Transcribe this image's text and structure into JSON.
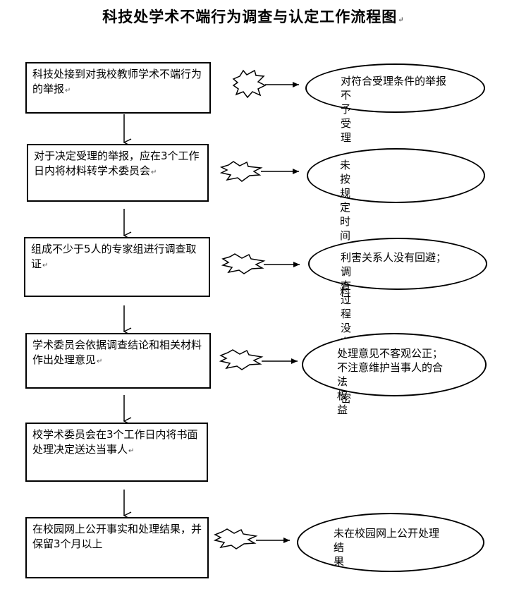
{
  "title": "科技处学术不端行为调查与认定工作流程图",
  "steps": [
    {
      "text": "科技处接到对我校教师学术不端行为的举报"
    },
    {
      "text": "对于决定受理的举报，应在3个工作日内将材料转学术委员会"
    },
    {
      "text": "组成不少于5人的专家组进行调查取证"
    },
    {
      "text": "学术委员会依据调查结论和相关材料作出处理意见"
    },
    {
      "text": "校学术委员会在3个工作日内将书面处理决定送达当事人"
    },
    {
      "text": "在校园网上公开事实和处理结果，并保留3个月以上"
    }
  ],
  "exceptions": [
    {
      "line1": "对符合受理条件的举报",
      "line2": "不予受理"
    },
    {
      "line1": "未按规定时间转交材料",
      "line2": ""
    },
    {
      "line1": "利害关系人没有回避；",
      "line2": "调查过程没有严格保密"
    },
    {
      "line1": "处理意见不客观公正；",
      "line2": "不注意维护当事人的合",
      "line3": "法权益"
    },
    {
      "line1": "未在校园网上公开处理",
      "line2": "结果"
    }
  ],
  "paragraph_mark": "↵"
}
